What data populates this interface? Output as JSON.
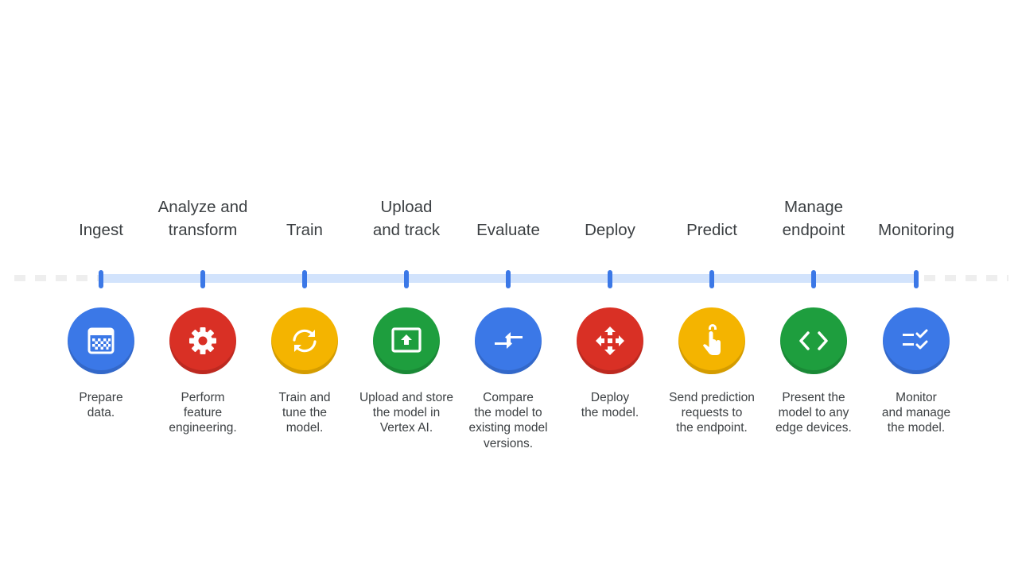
{
  "colors": {
    "blue": "#3b78e7",
    "red": "#d93025",
    "yellow": "#f4b400",
    "green": "#1e9e3e",
    "timeline": "#d2e3fc"
  },
  "steps": [
    {
      "title": "Ingest",
      "desc": "Prepare\ndata.",
      "icon": "table-grid-icon",
      "color": "blue"
    },
    {
      "title": "Analyze and\ntransform",
      "desc": "Perform\nfeature\nengineering.",
      "icon": "gear-icon",
      "color": "red"
    },
    {
      "title": "Train",
      "desc": "Train and\ntune the\nmodel.",
      "icon": "sync-arrows-icon",
      "color": "yellow"
    },
    {
      "title": "Upload\nand track",
      "desc": "Upload and store\nthe model in\nVertex AI.",
      "icon": "upload-screen-icon",
      "color": "green"
    },
    {
      "title": "Evaluate",
      "desc": "Compare\nthe model to\nexisting model\nversions.",
      "icon": "compare-arrows-icon",
      "color": "blue"
    },
    {
      "title": "Deploy",
      "desc": "Deploy\nthe model.",
      "icon": "deploy-arrows-icon",
      "color": "red"
    },
    {
      "title": "Predict",
      "desc": "Send prediction\nrequests to\nthe endpoint.",
      "icon": "touch-hand-icon",
      "color": "yellow"
    },
    {
      "title": "Manage\nendpoint",
      "desc": "Present the\nmodel to any\nedge devices.",
      "icon": "code-brackets-icon",
      "color": "green"
    },
    {
      "title": "Monitoring",
      "desc": "Monitor\nand manage\nthe model.",
      "icon": "checklist-icon",
      "color": "blue"
    }
  ]
}
